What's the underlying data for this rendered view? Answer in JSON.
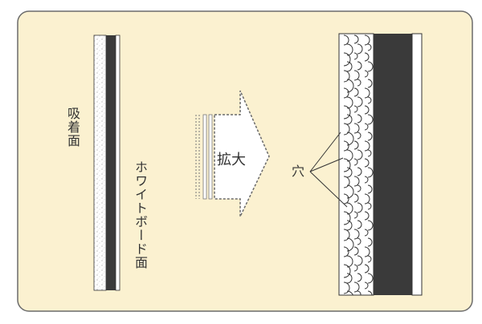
{
  "labels": {
    "adsorption_surface": "吸着面",
    "whiteboard_surface": "ホワイトボード面",
    "enlarge": "拡大",
    "hole": "穴"
  },
  "colors": {
    "background_panel": "#fbf1d0",
    "panel_border": "#6b6b6b",
    "dark_layer": "#3a3a3a",
    "white_layer": "#ffffff",
    "texture": "#9a9a9a",
    "text": "#333333"
  }
}
